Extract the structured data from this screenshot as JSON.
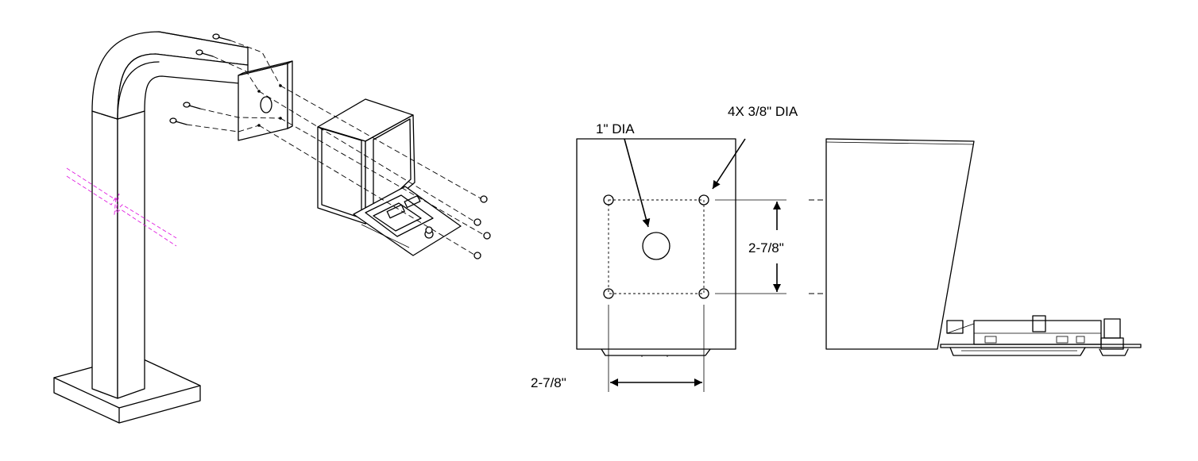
{
  "labels": {
    "hole_center": "1\" DIA",
    "hole_corner": "4X 3/8\" DIA",
    "dim_vertical": "2-7/8\"",
    "dim_horizontal": "2-7/8\""
  },
  "colors": {
    "line": "#000000",
    "break_marks": "#e020e0",
    "background": "#ffffff"
  }
}
